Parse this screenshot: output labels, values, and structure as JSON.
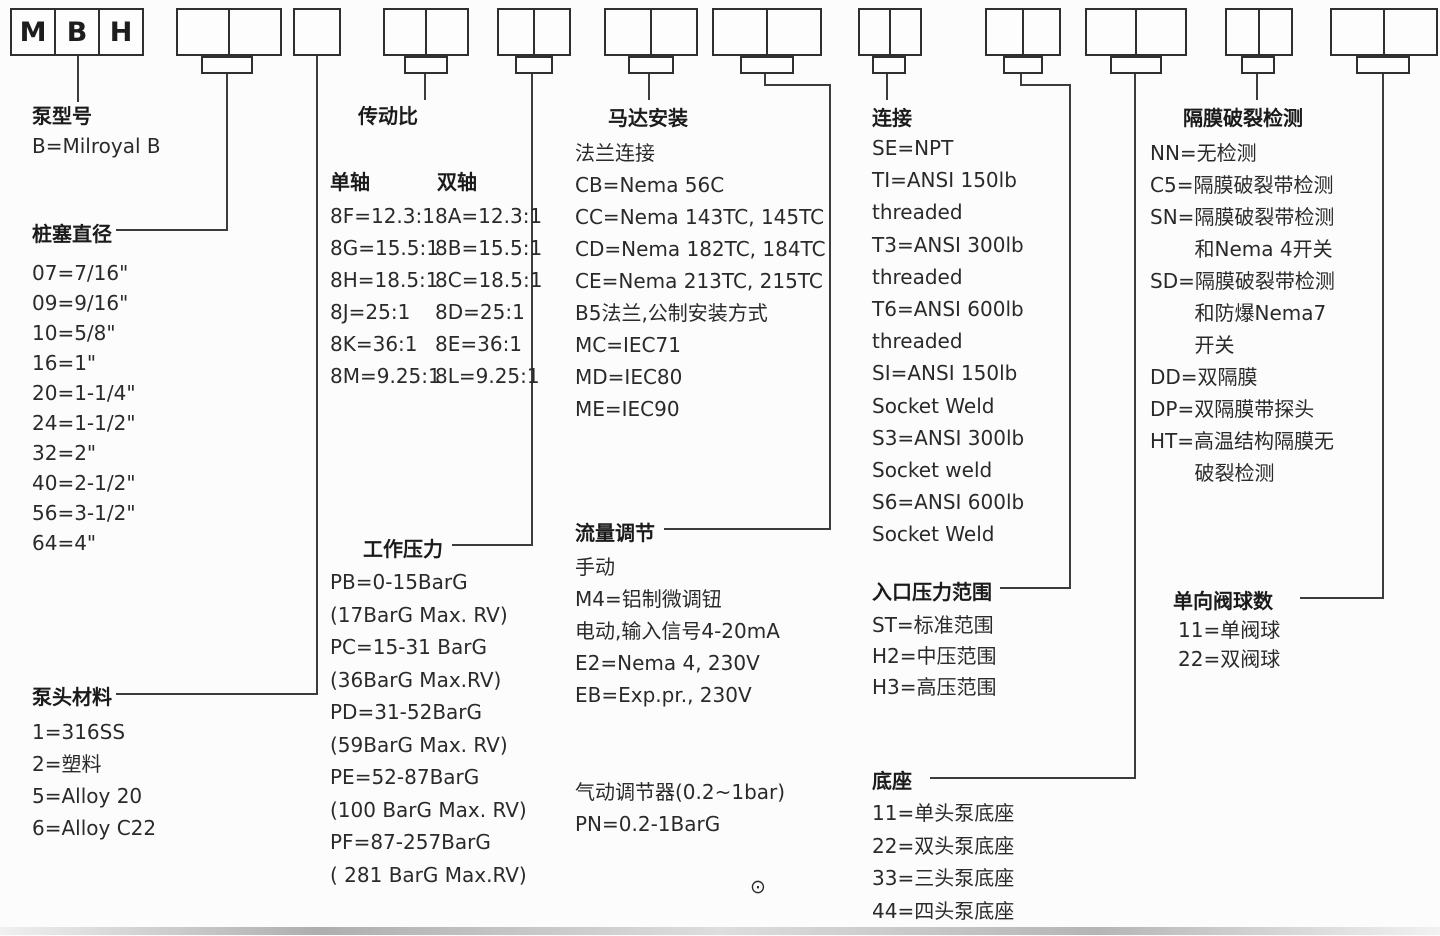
{
  "code": {
    "letters": [
      "M",
      "B",
      "H"
    ]
  },
  "sections": {
    "pump_model": {
      "title": "泵型号",
      "items": [
        "B=Milroyal B"
      ]
    },
    "plunger_diameter": {
      "title": "桩塞直径",
      "items": [
        "07=7/16\"",
        "09=9/16\"",
        "10=5/8\"",
        "16=1\"",
        "20=1-1/4\"",
        "24=1-1/2\"",
        "32=2\"",
        "40=2-1/2\"",
        "56=3-1/2\"",
        "64=4\""
      ]
    },
    "pump_head_material": {
      "title": "泵头材料",
      "items": [
        "1=316SS",
        "2=塑料",
        "5=Alloy 20",
        "6=Alloy C22"
      ]
    },
    "drive_ratio": {
      "title": "传动比",
      "single_shaft_header": "单轴",
      "dual_shaft_header": "双轴",
      "single_shaft": [
        "8F=12.3:1",
        "8G=15.5:1",
        "8H=18.5:1",
        "8J=25:1",
        "8K=36:1",
        "8M=9.25:1"
      ],
      "dual_shaft": [
        "8A=12.3:1",
        "8B=15.5:1",
        "8C=18.5:1",
        "8D=25:1",
        "8E=36:1",
        "8L=9.25:1"
      ]
    },
    "working_pressure": {
      "title": "工作压力",
      "items": [
        "PB=0-15BarG",
        "(17BarG Max. RV)",
        "PC=15-31 BarG",
        "(36BarG Max.RV)",
        "PD=31-52BarG",
        "(59BarG Max. RV)",
        "PE=52-87BarG",
        "(100 BarG Max. RV)",
        "PF=87-257BarG",
        "( 281 BarG Max.RV)"
      ]
    },
    "motor_mounting": {
      "title": "马达安装",
      "items": [
        "法兰连接",
        "CB=Nema 56C",
        "CC=Nema 143TC, 145TC",
        "CD=Nema 182TC, 184TC",
        "CE=Nema 213TC, 215TC",
        "B5法兰,公制安装方式",
        "MC=IEC71",
        "MD=IEC80",
        "ME=IEC90"
      ]
    },
    "flow_adjustment": {
      "title": "流量调节",
      "items": [
        "手动",
        "M4=铝制微调钮",
        "电动,输入信号4-20mA",
        "E2=Nema 4, 230V",
        "EB=Exp.pr., 230V"
      ],
      "pneumatic_items": [
        "气动调节器(0.2~1bar)",
        "PN=0.2-1BarG"
      ]
    },
    "connection": {
      "title": "连接",
      "items": [
        "SE=NPT",
        "TI=ANSI 150lb",
        "threaded",
        "T3=ANSI 300lb",
        "threaded",
        "T6=ANSI 600lb",
        "threaded",
        "SI=ANSI 150lb",
        "Socket Weld",
        "S3=ANSI 300lb",
        "Socket weld",
        "S6=ANSI 600lb",
        "Socket Weld"
      ]
    },
    "inlet_pressure_range": {
      "title": "入口压力范围",
      "items": [
        "ST=标准范围",
        "H2=中压范围",
        "H3=高压范围"
      ]
    },
    "base": {
      "title": "底座",
      "items": [
        "11=单头泵底座",
        "22=双头泵底座",
        "33=三头泵底座",
        "44=四头泵底座"
      ]
    },
    "diaphragm_rupture_detection": {
      "title": "隔膜破裂检测",
      "items": [
        "NN=无检测",
        "C5=隔膜破裂带检测",
        "SN=隔膜破裂带检测",
        "       和Nema 4开关",
        "SD=隔膜破裂带检测",
        "       和防爆Nema7",
        "       开关",
        "DD=双隔膜",
        "DP=双隔膜带探头",
        "HT=高温结构隔膜无",
        "       破裂检测"
      ]
    },
    "check_valve_balls": {
      "title": "单向阀球数",
      "items": [
        "11=单阀球",
        "22=双阀球"
      ]
    }
  },
  "misc": {
    "center_symbol": "⊙"
  }
}
